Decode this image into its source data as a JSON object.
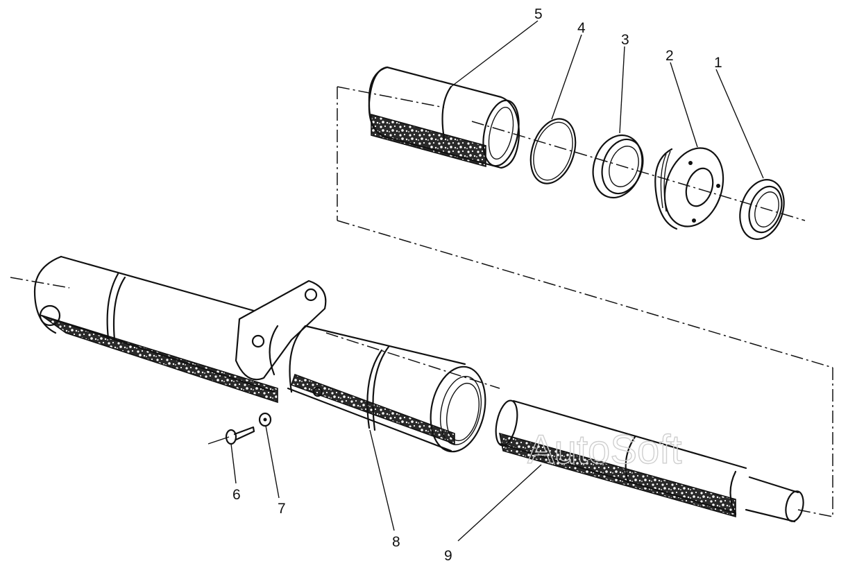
{
  "callouts": [
    {
      "id": "1",
      "label": "1"
    },
    {
      "id": "2",
      "label": "2"
    },
    {
      "id": "3",
      "label": "3"
    },
    {
      "id": "4",
      "label": "4"
    },
    {
      "id": "5",
      "label": "5"
    },
    {
      "id": "6",
      "label": "6"
    },
    {
      "id": "7",
      "label": "7"
    },
    {
      "id": "8",
      "label": "8"
    },
    {
      "id": "9",
      "label": "9"
    }
  ],
  "watermark": "AutoSoft"
}
